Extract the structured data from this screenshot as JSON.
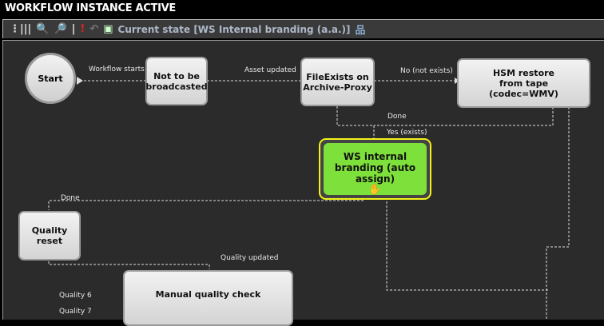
{
  "title": "WORKFLOW INSTANCE ACTIVE",
  "toolbar": {
    "state": "Current state [WS Internal branding (a.a.)]",
    "icons": [
      "grip-icon",
      "zoom-in-icon",
      "zoom-out-icon",
      "separator",
      "stop-icon",
      "undo-icon",
      "refresh-doc-icon",
      "hierarchy-icon"
    ]
  },
  "nodes": {
    "start": "Start",
    "not_broadcasted": "Not to be broadcasted",
    "file_exists": "FileExists on Archive-Proxy",
    "hsm_restore": "HSM restore from tape (codec=WMV)",
    "ws_branding": "WS internal branding (auto assign)",
    "quality_reset": "Quality reset",
    "manual_check": "Manual quality check"
  },
  "edges": {
    "workflow_starts": "Workflow starts",
    "asset_updated": "Asset updated",
    "no_not_exists": "No (not exists)",
    "done1": "Done",
    "yes_exists": "Yes (exists)",
    "done2": "Done",
    "quality_updated": "Quality updated",
    "quality6": "Quality 6",
    "quality7": "Quality 7"
  },
  "colors": {
    "active_node": "#7ee03a",
    "active_border": "#f2f21a"
  }
}
